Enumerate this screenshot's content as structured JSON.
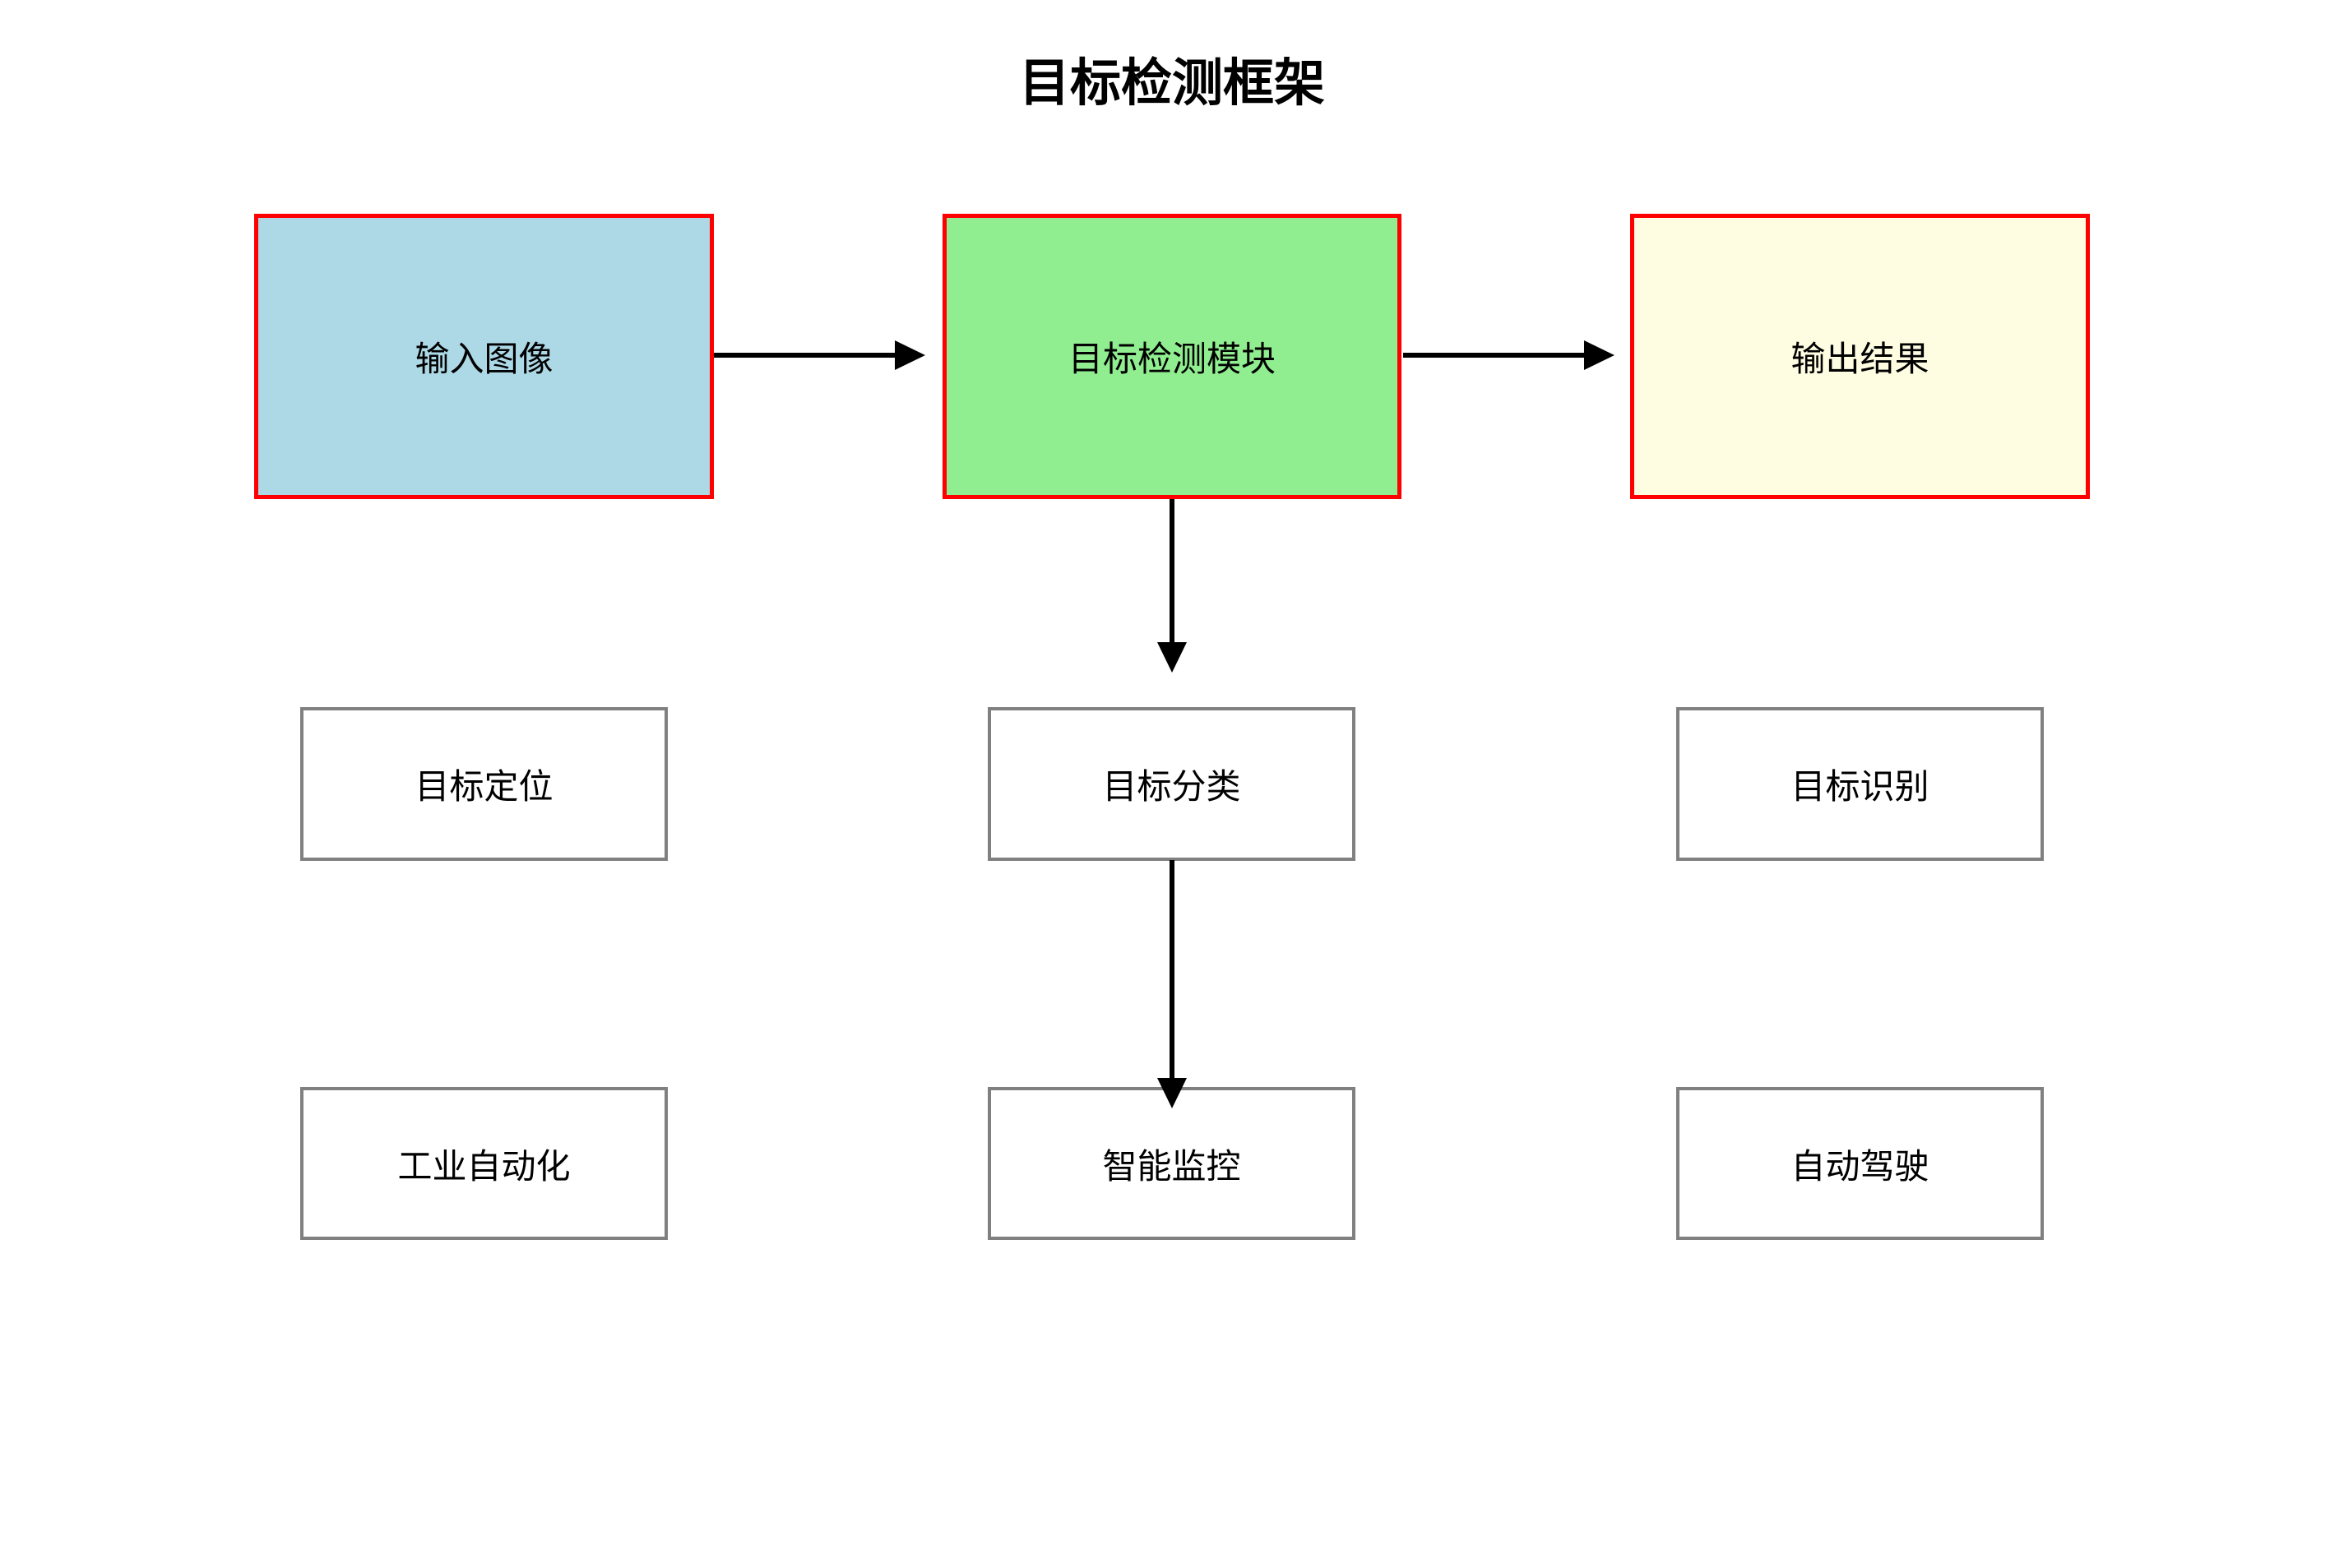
{
  "diagram": {
    "title": "目标检测框架",
    "pipeline_nodes": [
      {
        "label": "输入图像",
        "fill": "#add8e6",
        "border": "#ff0000"
      },
      {
        "label": "目标检测模块",
        "fill": "#90ee90",
        "border": "#ff0000"
      },
      {
        "label": "输出结果",
        "fill": "#fffde1",
        "border": "#ff0000"
      }
    ],
    "task_nodes": [
      {
        "label": "目标定位",
        "fill": "#ffffff",
        "border": "#808080"
      },
      {
        "label": "目标分类",
        "fill": "#ffffff",
        "border": "#808080"
      },
      {
        "label": "目标识别",
        "fill": "#ffffff",
        "border": "#808080"
      }
    ],
    "application_nodes": [
      {
        "label": "工业自动化",
        "fill": "#ffffff",
        "border": "#808080"
      },
      {
        "label": "智能监控",
        "fill": "#ffffff",
        "border": "#808080"
      },
      {
        "label": "自动驾驶",
        "fill": "#ffffff",
        "border": "#808080"
      }
    ],
    "connections": [
      {
        "from": "输入图像",
        "to": "目标检测模块"
      },
      {
        "from": "目标检测模块",
        "to": "输出结果"
      },
      {
        "from": "目标检测模块",
        "to": "目标分类"
      },
      {
        "from": "目标分类",
        "to": "智能监控"
      }
    ],
    "arrow_color": "#000000",
    "text_color": "#000000",
    "background_color": "#ffffff"
  }
}
